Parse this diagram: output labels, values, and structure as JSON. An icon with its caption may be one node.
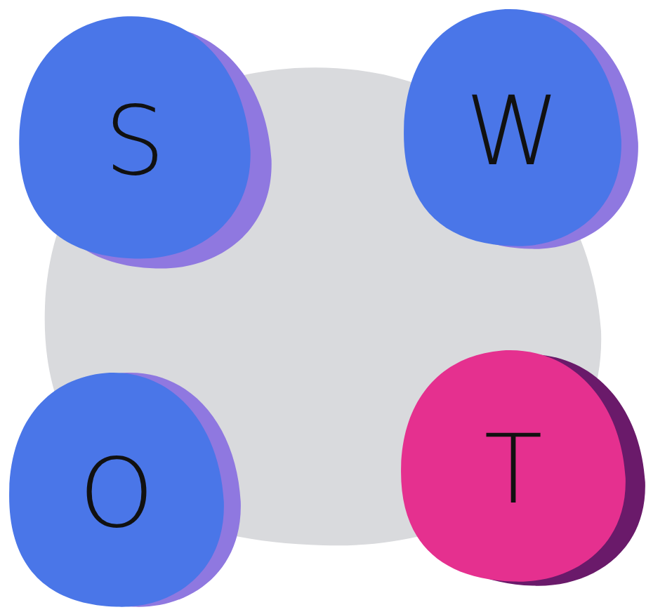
{
  "diagram": {
    "nodes": [
      {
        "text": [
          "S"
        ]
      },
      {
        "text": [
          "W"
        ]
      },
      {
        "text": [
          "O"
        ]
      },
      {
        "text": [
          "T"
        ]
      }
    ]
  }
}
